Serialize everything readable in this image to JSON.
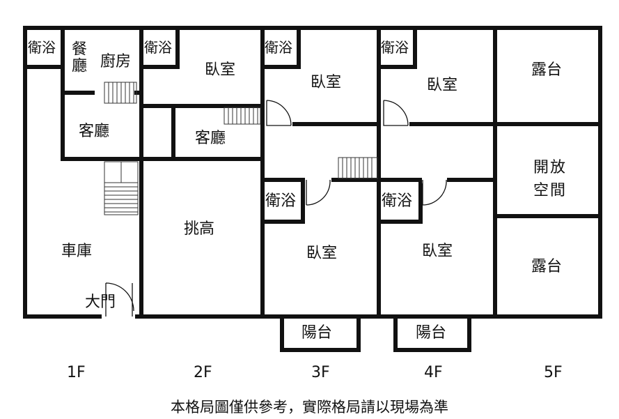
{
  "floors": {
    "f1": {
      "label": "1F",
      "rooms": {
        "bath": "衛浴",
        "dining": "餐廳",
        "kitchen": "廚房",
        "living": "客廳",
        "garage": "車庫",
        "entrance": "大門"
      }
    },
    "f2": {
      "label": "2F",
      "rooms": {
        "bath": "衛浴",
        "bedroom": "臥室",
        "living": "客廳",
        "void": "挑高"
      }
    },
    "f3": {
      "label": "3F",
      "rooms": {
        "bath_top": "衛浴",
        "bedroom_top": "臥室",
        "bath_bottom": "衛浴",
        "bedroom_bottom": "臥室",
        "balcony": "陽台"
      }
    },
    "f4": {
      "label": "4F",
      "rooms": {
        "bath_top": "衛浴",
        "bedroom_top": "臥室",
        "bath_bottom": "衛浴",
        "bedroom_bottom": "臥室",
        "balcony": "陽台"
      }
    },
    "f5": {
      "label": "5F",
      "rooms": {
        "terrace_top": "露台",
        "open_space": "開放空間",
        "terrace_bottom": "露台"
      }
    }
  },
  "note": "本格局圖僅供參考，實際格局請以現場為準"
}
